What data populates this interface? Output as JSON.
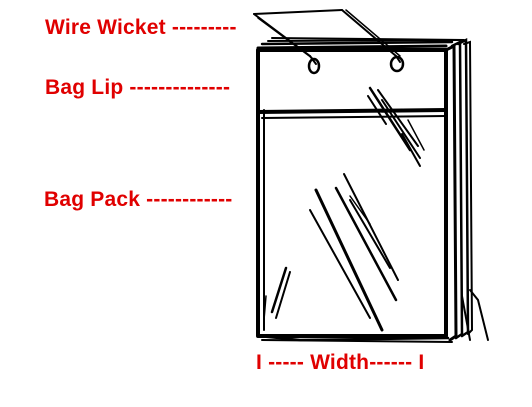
{
  "labels": {
    "wire_wicket": "Wire Wicket ---------",
    "bag_lip": "Bag Lip --------------",
    "bag_pack": "Bag Pack ------------",
    "width": "I ----- Width------ I"
  },
  "colors": {
    "label": "#e00000",
    "ink": "#000000",
    "background": "#ffffff"
  }
}
